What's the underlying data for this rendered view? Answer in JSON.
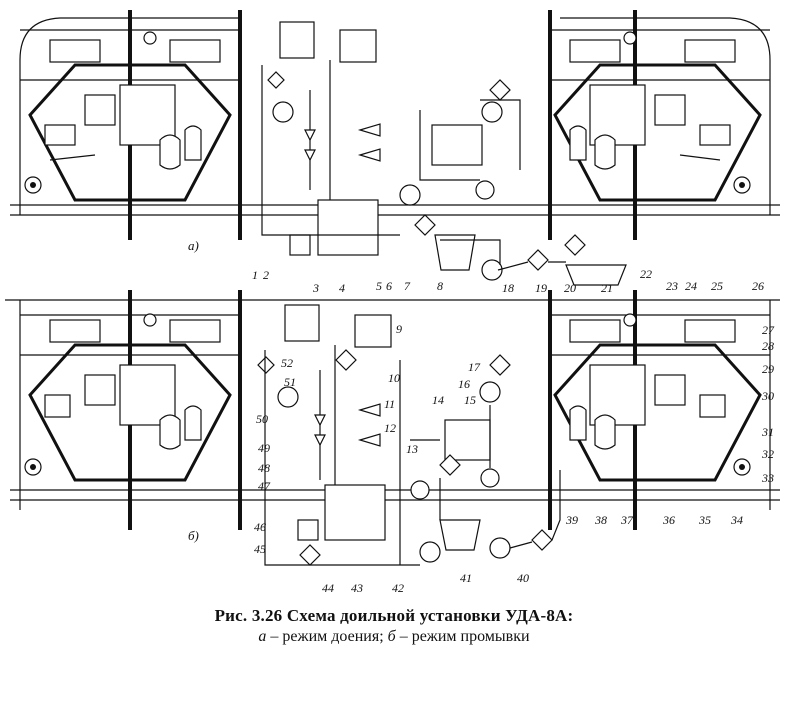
{
  "figure": {
    "panel_a_label": "а)",
    "panel_b_label": "б)",
    "caption_title": "Рис. 3.26   Схема доильной установки УДА-8А:",
    "caption_a_letter": "а",
    "caption_a_text": " – режим доения; ",
    "caption_b_letter": "б",
    "caption_b_text": " – режим промывки"
  },
  "callouts_a": [
    "1",
    "2",
    "3",
    "4",
    "5",
    "6",
    "7",
    "8",
    "18",
    "20",
    "21",
    "22",
    "23",
    "24",
    "26"
  ],
  "callouts_b": [
    "9",
    "10",
    "11",
    "12",
    "13",
    "14",
    "15",
    "16",
    "17",
    "19",
    "25",
    "27",
    "28",
    "29",
    "30",
    "31",
    "32",
    "33",
    "34",
    "35",
    "36",
    "37",
    "38",
    "39",
    "40",
    "41",
    "42",
    "43",
    "44",
    "45",
    "46",
    "47",
    "48",
    "49",
    "50",
    "51",
    "52"
  ],
  "colors": {
    "ink": "#111111",
    "paper": "#ffffff"
  }
}
